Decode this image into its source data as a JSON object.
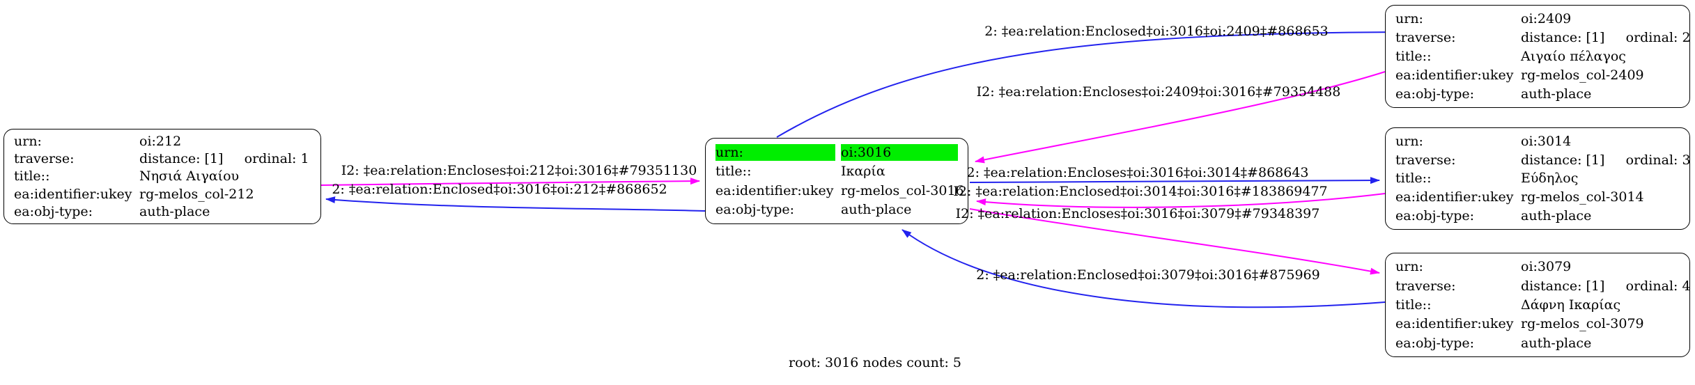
{
  "colors": {
    "edge_forward_blue": "#2222ee",
    "edge_inverse_magenta": "#ff00ff",
    "root_highlight_green": "#00ee00",
    "node_border": "#000000",
    "text": "#000000"
  },
  "caption": "root: 3016 nodes count: 5",
  "nodes": {
    "n212": {
      "rows": [
        {
          "k": "urn:",
          "v": "oi:212"
        },
        {
          "k": "traverse:",
          "v": "distance: [1]     ordinal: 1"
        },
        {
          "k": "title::",
          "v": "Νησιά Αιγαίου"
        },
        {
          "k": "ea:identifier:ukey",
          "v": "rg-melos_col-212"
        },
        {
          "k": "ea:obj-type:",
          "v": "auth-place"
        }
      ]
    },
    "n3016": {
      "rows": [
        {
          "k": "urn:",
          "v": "oi:3016"
        },
        {
          "k": "title::",
          "v": "Ικαρία"
        },
        {
          "k": "ea:identifier:ukey",
          "v": "rg-melos_col-3016"
        },
        {
          "k": "ea:obj-type:",
          "v": "auth-place"
        }
      ]
    },
    "n2409": {
      "rows": [
        {
          "k": "urn:",
          "v": "oi:2409"
        },
        {
          "k": "traverse:",
          "v": "distance: [1]     ordinal: 2"
        },
        {
          "k": "title::",
          "v": "Αιγαίο πέλαγος"
        },
        {
          "k": "ea:identifier:ukey",
          "v": "rg-melos_col-2409"
        },
        {
          "k": "ea:obj-type:",
          "v": "auth-place"
        }
      ]
    },
    "n3014": {
      "rows": [
        {
          "k": "urn:",
          "v": "oi:3014"
        },
        {
          "k": "traverse:",
          "v": "distance: [1]     ordinal: 3"
        },
        {
          "k": "title::",
          "v": "Εύδηλος"
        },
        {
          "k": "ea:identifier:ukey",
          "v": "rg-melos_col-3014"
        },
        {
          "k": "ea:obj-type:",
          "v": "auth-place"
        }
      ]
    },
    "n3079": {
      "rows": [
        {
          "k": "urn:",
          "v": "oi:3079"
        },
        {
          "k": "traverse:",
          "v": "distance: [1]     ordinal: 4"
        },
        {
          "k": "title::",
          "v": "Δάφνη Ικαρίας"
        },
        {
          "k": "ea:identifier:ukey",
          "v": "rg-melos_col-3079"
        },
        {
          "k": "ea:obj-type:",
          "v": "auth-place"
        }
      ]
    }
  },
  "edges": [
    {
      "label": "2: ‡ea:relation:Enclosed‡oi:3016‡oi:2409‡#868653",
      "color": "#2222ee"
    },
    {
      "label": "I2: ‡ea:relation:Encloses‡oi:2409‡oi:3016‡#79354488",
      "color": "#ff00ff"
    },
    {
      "label": "I2: ‡ea:relation:Encloses‡oi:212‡oi:3016‡#79351130",
      "color": "#ff00ff"
    },
    {
      "label": "2: ‡ea:relation:Enclosed‡oi:3016‡oi:212‡#868652",
      "color": "#2222ee"
    },
    {
      "label": "2: ‡ea:relation:Encloses‡oi:3016‡oi:3014‡#868643",
      "color": "#2222ee"
    },
    {
      "label": "I2: ‡ea:relation:Enclosed‡oi:3014‡oi:3016‡#183869477",
      "color": "#ff00ff"
    },
    {
      "label": "I2: ‡ea:relation:Encloses‡oi:3016‡oi:3079‡#79348397",
      "color": "#ff00ff"
    },
    {
      "label": "2: ‡ea:relation:Enclosed‡oi:3079‡oi:3016‡#875969",
      "color": "#2222ee"
    }
  ]
}
